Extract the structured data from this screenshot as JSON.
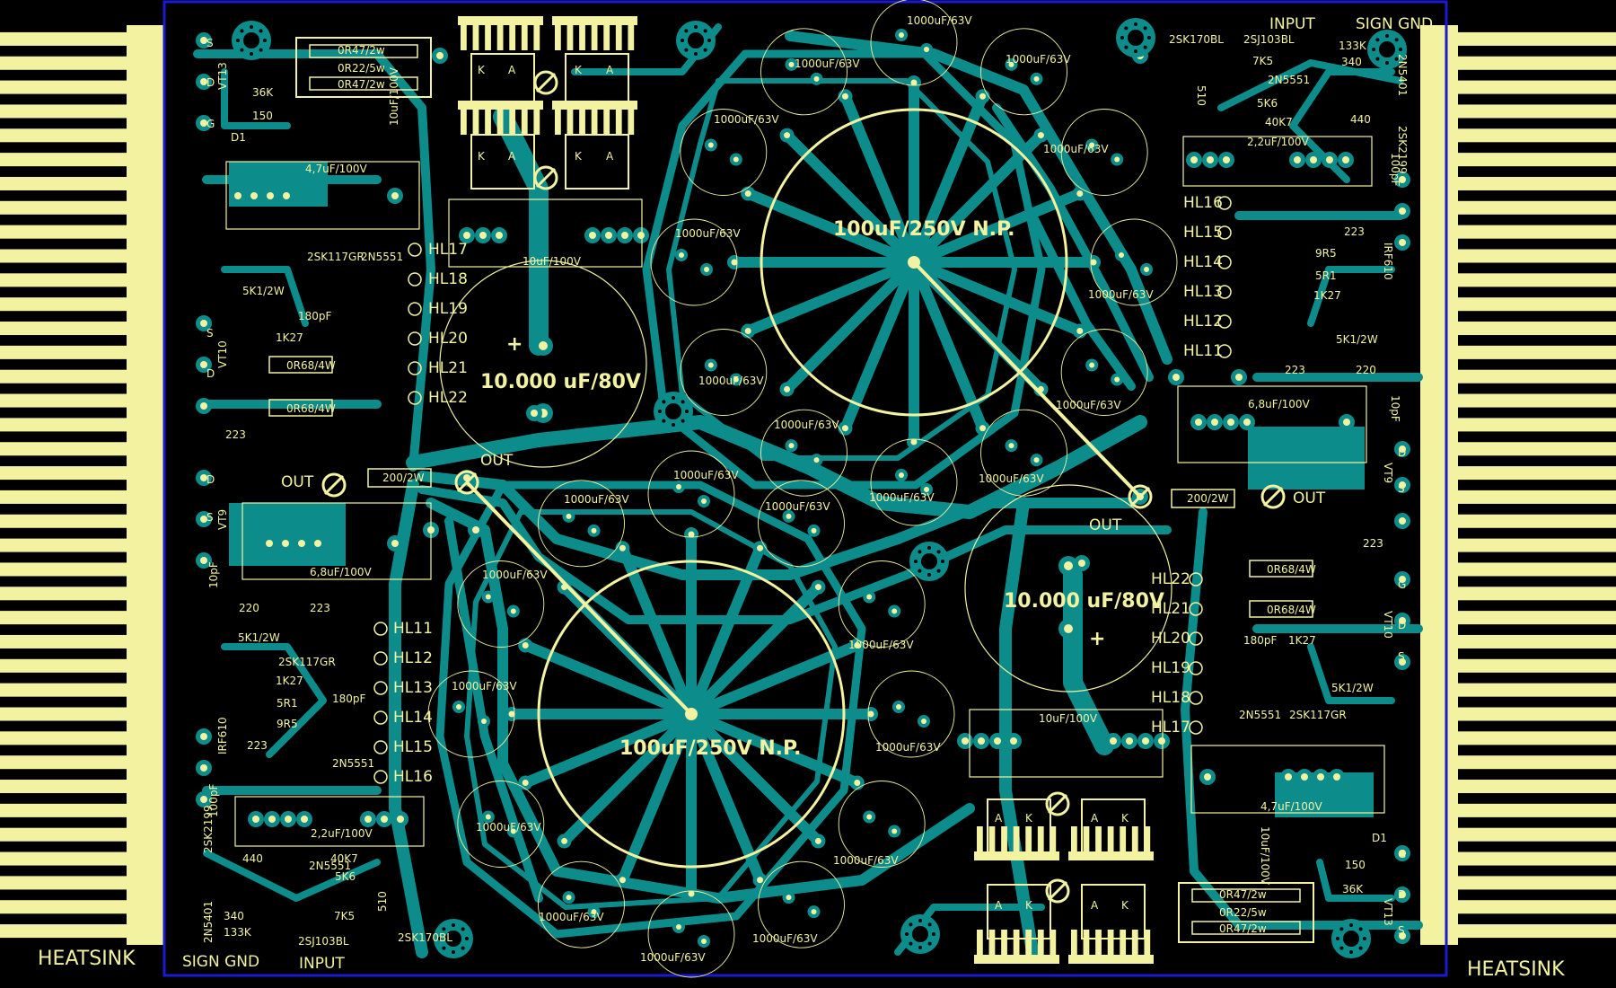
{
  "colors": {
    "background": "#000000",
    "copper": "#0d8c8c",
    "silk": "#f2f2a0",
    "heatsink": "#f2f2a0",
    "outline": "#1a1ad0"
  },
  "heatsink_left_label": "HEATSINK",
  "heatsink_right_label": "HEATSINK",
  "labels": {
    "input": "INPUT",
    "sign_gnd": "SIGN GND",
    "out": "OUT",
    "np_cap": "100uF/250V N.P.",
    "main_cap": "10.000 uF/80V",
    "small_cap": "1000uF/63V",
    "cap_6u8": "6,8uF/100V",
    "cap_4u7": "4,7uF/100V",
    "cap_2u2": "2,2uF/100V",
    "cap_10u": "10uF/100V",
    "r_047": "0R47/2w",
    "r_022": "0R22/5w",
    "r_068": "0R68/4W",
    "r_200": "200/2W",
    "r_5k1": "5K1/2W",
    "r_1k27": "1K27",
    "r_223": "223",
    "r_220": "220",
    "r_5r1": "5R1",
    "r_9r5": "9R5",
    "r_36k": "36K",
    "r_150": "150",
    "r_40k7": "40K7",
    "r_5k6": "5K6",
    "r_7k5": "7K5",
    "r_133k": "133K",
    "r_340": "340",
    "r_440": "440",
    "r_510": "510",
    "c_180p": "180pF",
    "c_10p": "10pF",
    "c_100p": "100pF",
    "d1": "D1",
    "t_2n5551": "2N5551",
    "t_2n5401": "2N5401",
    "t_2sk117": "2SK117GR",
    "t_2sk170": "2SK170BL",
    "t_2sj103": "2SJ103BL",
    "t_2sk2199": "2SK2199",
    "t_irf610": "IRF610",
    "vt13": "VT13",
    "vt10": "VT10",
    "vt9": "VT9",
    "pin_g": "G",
    "pin_d": "D",
    "pin_s": "S",
    "pin_k": "K",
    "pin_a": "A"
  },
  "hl_upper": [
    "HL17",
    "HL18",
    "HL19",
    "HL20",
    "HL21",
    "HL22"
  ],
  "hl_lower": [
    "HL11",
    "HL12",
    "HL13",
    "HL14",
    "HL15",
    "HL16"
  ]
}
